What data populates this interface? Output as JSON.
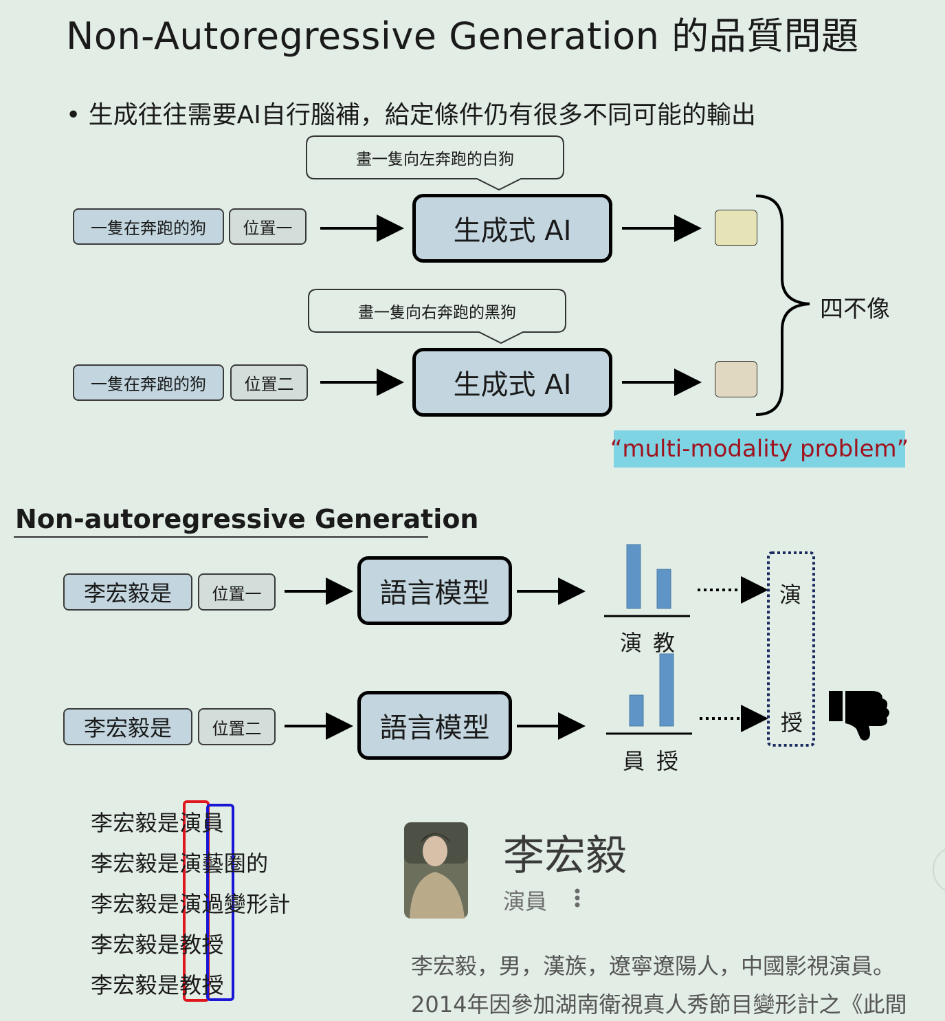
{
  "title": "Non-Autoregressive Generation 的品質問題",
  "bullet": "• 生成往往需要AI自行腦補，給定條件仍有很多不同可能的輸出",
  "top": {
    "row1": {
      "prompt": "一隻在奔跑的狗",
      "position": "位置一",
      "model": "生成式 AI",
      "bubble": "畫一隻向左奔跑的白狗",
      "swatch_color": "#e6e3b6"
    },
    "row2": {
      "prompt": "一隻在奔跑的狗",
      "position": "位置二",
      "model": "生成式 AI",
      "bubble": "畫一隻向右奔跑的黑狗",
      "swatch_color": "#e0d8c0"
    },
    "brace_label": "四不像",
    "problem_tag": "“multi-modality  problem”"
  },
  "section2": {
    "heading": "Non-autoregressive Generation",
    "row1": {
      "prompt": "李宏毅是",
      "position": "位置一",
      "model": "語言模型",
      "bar_labels": [
        "演",
        "教"
      ],
      "bar_values": [
        0.62,
        0.38
      ],
      "output": "演"
    },
    "row2": {
      "prompt": "李宏毅是",
      "position": "位置二",
      "model": "語言模型",
      "bar_labels": [
        "員",
        "授"
      ],
      "bar_values": [
        0.3,
        0.7
      ],
      "output": "授"
    },
    "verdict_icon": "thumbs-down-icon"
  },
  "examples": [
    "李宏毅是演員",
    "李宏毅是演藝圈的",
    "李宏毅是演過變形計",
    "李宏毅是教授",
    "李宏毅是教授"
  ],
  "card": {
    "name": "李宏毅",
    "role": "演員",
    "bio_line1": "李宏毅，男，漢族，遼寧遼陽人，中國影視演員。",
    "bio_line2": "2014年因參加湖南衛視真人秀節目變形計之《此間"
  },
  "colors": {
    "background": "#e2ede5",
    "chip": "#c3d6df",
    "bar": "#5f95c6",
    "highlight_red": "#e0161e",
    "highlight_blue": "#1a16d6",
    "tag_bg": "#7fd4e4",
    "tag_text": "#a0121e"
  }
}
